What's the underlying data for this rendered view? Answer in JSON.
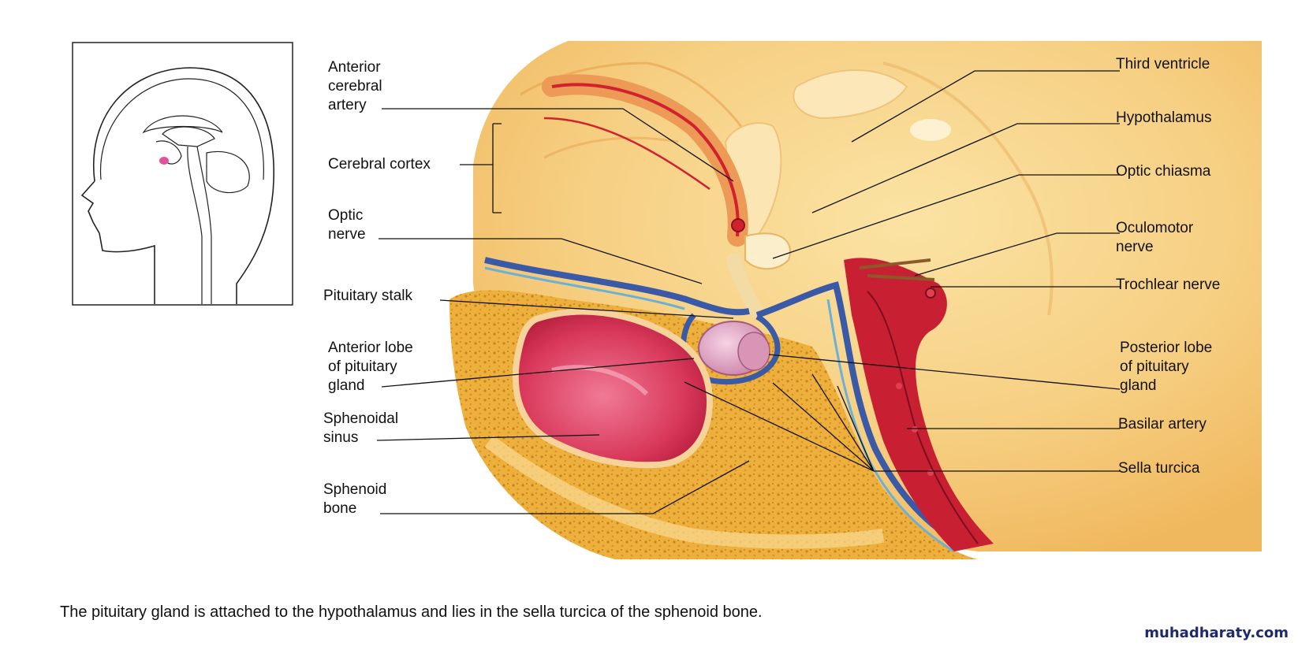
{
  "labels_left": {
    "anterior_cerebral_artery": [
      "Anterior",
      "cerebral",
      "artery"
    ],
    "cerebral_cortex": "Cerebral cortex",
    "optic_nerve": [
      "Optic",
      "nerve"
    ],
    "pituitary_stalk": "Pituitary stalk",
    "anterior_lobe": [
      "Anterior lobe",
      "of pituitary",
      "gland"
    ],
    "sphenoidal_sinus": [
      "Sphenoidal",
      "sinus"
    ],
    "sphenoid_bone": [
      "Sphenoid",
      "bone"
    ]
  },
  "labels_right": {
    "third_ventricle": "Third ventricle",
    "hypothalamus": "Hypothalamus",
    "optic_chiasma": "Optic chiasma",
    "oculomotor_nerve": [
      "Oculomotor",
      "nerve"
    ],
    "trochlear_nerve": "Trochlear nerve",
    "posterior_lobe": [
      "Posterior lobe",
      "of pituitary",
      "gland"
    ],
    "basilar_artery": "Basilar artery",
    "sella_turcica": "Sella turcica"
  },
  "caption": "The pituitary gland is attached to the hypothalamus and lies in the sella turcica of the sphenoid bone.",
  "credit": "muhadharaty.com",
  "colors": {
    "brain_tissue": "#f5c877",
    "bone": "#e7a934",
    "sinus": "#d93a5c",
    "pituitary": "#e6a5c5",
    "artery": "#d1202e",
    "dura_blue": "#3a5aa8",
    "inset_highlight": "#e0529a"
  }
}
